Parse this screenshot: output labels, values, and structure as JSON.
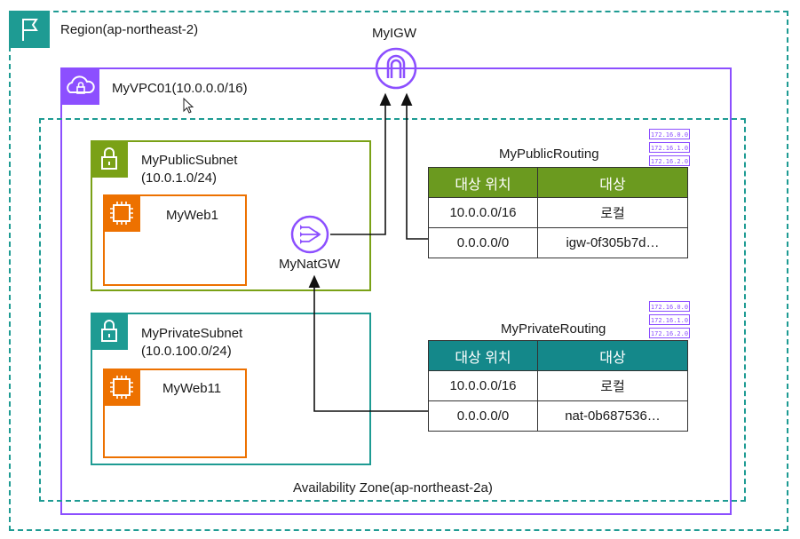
{
  "region": {
    "label": "Region(ap-northeast-2)",
    "icon": "flag-icon"
  },
  "vpc": {
    "label": "MyVPC01(10.0.0.0/16)",
    "icon": "vpc-cloud-icon"
  },
  "igw": {
    "label": "MyIGW",
    "icon": "internet-gateway-icon"
  },
  "az": {
    "label": "Availability Zone(ap-northeast-2a)"
  },
  "public_subnet": {
    "name": "MyPublicSubnet",
    "cidr": "(10.0.1.0/24)",
    "icon": "lock-icon"
  },
  "private_subnet": {
    "name": "MyPrivateSubnet",
    "cidr": "(10.0.100.0/24)",
    "icon": "lock-icon"
  },
  "instances": {
    "web1": "MyWeb1",
    "web11": "MyWeb11",
    "icon": "ec2-chip-icon"
  },
  "natgw": {
    "label": "MyNatGW",
    "icon": "nat-gateway-icon"
  },
  "public_routing": {
    "title": "MyPublicRouting",
    "headers": [
      "대상 위치",
      "대상"
    ],
    "rows": [
      [
        "10.0.0.0/16",
        "로컬"
      ],
      [
        "0.0.0.0/0",
        "igw-0f305b7d…"
      ]
    ]
  },
  "private_routing": {
    "title": "MyPrivateRouting",
    "headers": [
      "대상 위치",
      "대상"
    ],
    "rows": [
      [
        "10.0.0.0/16",
        "로컬"
      ],
      [
        "0.0.0.0/0",
        "nat-0b687536…"
      ]
    ]
  },
  "route_table_icon": {
    "lines": [
      "172.16.0.0",
      "172.16.1.0",
      "172.16.2.0"
    ]
  },
  "colors": {
    "region": "#1e9b93",
    "vpc": "#8c4fff",
    "public": "#7aa116",
    "private": "#1e9b93",
    "ec2": "#ed7100",
    "public_header": "#6b9a1f",
    "private_header": "#14888a"
  }
}
